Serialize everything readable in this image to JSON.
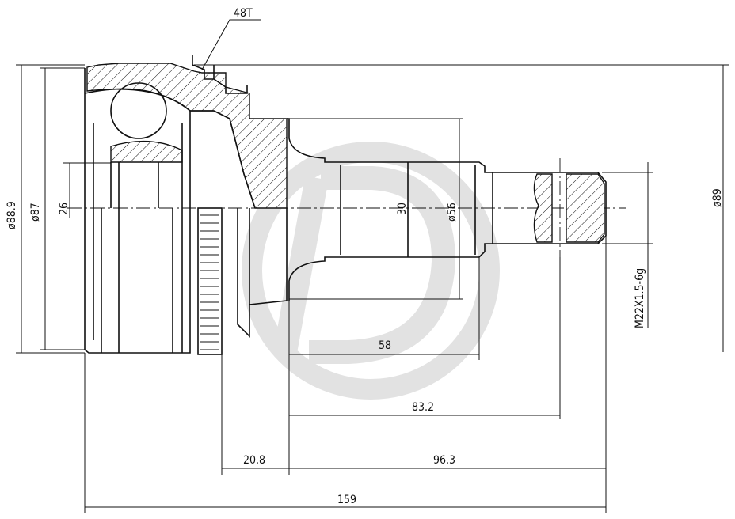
{
  "drawing": {
    "title": "CV joint outer assembly dimension drawing",
    "labels": {
      "teeth": "48T",
      "dia_88_9": "ø88.9",
      "dia_87": "ø87",
      "dim_26": "26",
      "dim_30": "30",
      "dia_56": "ø56",
      "dia_89": "ø89",
      "thread": "M22X1.5-6g",
      "len_58": "58",
      "len_83_2": "83.2",
      "len_20_8": "20.8",
      "len_96_3": "96.3",
      "len_159": "159"
    },
    "watermark_logo": "JD",
    "colors": {
      "line": "#111111",
      "watermark": "#e2e2e2"
    }
  }
}
